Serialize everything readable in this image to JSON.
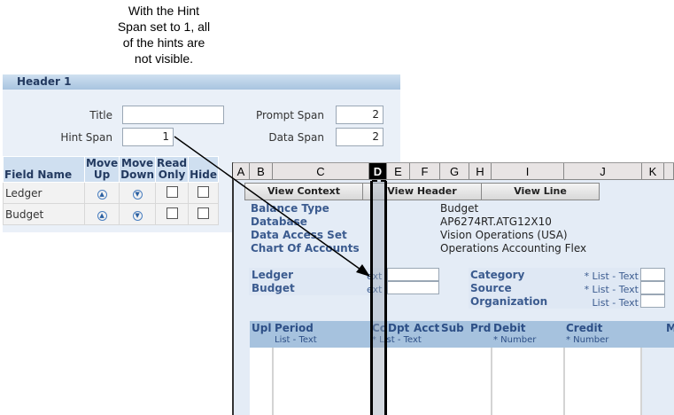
{
  "caption": [
    "With the Hint",
    "Span set to 1, all",
    "of the hints are",
    "not visible."
  ],
  "header": {
    "title": "Header 1"
  },
  "form": {
    "title_label": "Title",
    "title_value": "",
    "hint_span_label": "Hint Span",
    "hint_span_value": "1",
    "prompt_span_label": "Prompt Span",
    "prompt_span_value": "2",
    "data_span_label": "Data Span",
    "data_span_value": "2"
  },
  "fields_table": {
    "headers": [
      "Field Name",
      [
        "Move",
        "Up"
      ],
      [
        "Move",
        "Down"
      ],
      [
        "Read",
        "Only"
      ],
      "Hide"
    ],
    "rows": [
      {
        "name": "Ledger",
        "read_only": false,
        "hide": false
      },
      {
        "name": "Budget",
        "read_only": false,
        "hide": false
      }
    ]
  },
  "sheet": {
    "columns": [
      "A",
      "B",
      "C",
      "D",
      "E",
      "F",
      "G",
      "H",
      "I",
      "J",
      "K"
    ],
    "selected_column": "D",
    "buttons": [
      "View Context",
      "View Header",
      "View Line"
    ],
    "context": [
      {
        "label": "Balance Type",
        "value": "Budget"
      },
      {
        "label": "Database",
        "value": "AP6274RT.ATG12X10"
      },
      {
        "label": "Data Access Set",
        "value": "Vision Operations (USA)"
      },
      {
        "label": "Chart Of Accounts",
        "value": "Operations Accounting Flex"
      }
    ],
    "left_fields": [
      {
        "label": "Ledger",
        "hint": "ext"
      },
      {
        "label": "Budget",
        "hint": "ext"
      }
    ],
    "right_fields": [
      {
        "label": "Category",
        "hint": "* List - Text"
      },
      {
        "label": "Source",
        "hint": "* List - Text"
      },
      {
        "label": "Organization",
        "hint": "List - Text"
      }
    ],
    "grid_headers": [
      "Upl",
      "Period",
      "Co",
      "Dpt",
      "Acct",
      "Sub",
      "Prd",
      "Debit",
      "Credit",
      "M"
    ],
    "grid_hints": {
      "period": "List - Text",
      "co": "* List - Text",
      "debit": "* Number",
      "credit": "* Number"
    }
  }
}
